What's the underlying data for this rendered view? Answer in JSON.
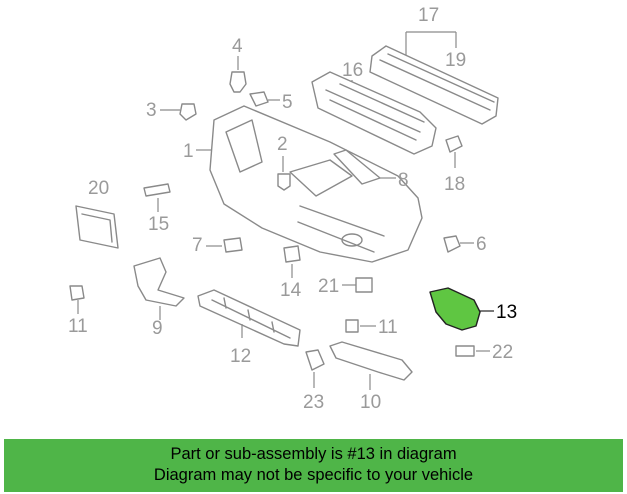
{
  "diagram": {
    "highlight_color": "#5fc642",
    "banner_color": "#4fb548",
    "callouts": {
      "c1": "1",
      "c2": "2",
      "c3": "3",
      "c4": "4",
      "c5": "5",
      "c6": "6",
      "c7": "7",
      "c8": "8",
      "c9": "9",
      "c10": "10",
      "c11a": "11",
      "c11b": "11",
      "c12": "12",
      "c13": "13",
      "c14": "14",
      "c15": "15",
      "c16": "16",
      "c17": "17",
      "c18": "18",
      "c19": "19",
      "c20": "20",
      "c21": "21",
      "c22": "22",
      "c23": "23"
    }
  },
  "banner": {
    "line1": "Part or sub-assembly is #13 in diagram",
    "line2": "Diagram may not be specific to your vehicle"
  }
}
